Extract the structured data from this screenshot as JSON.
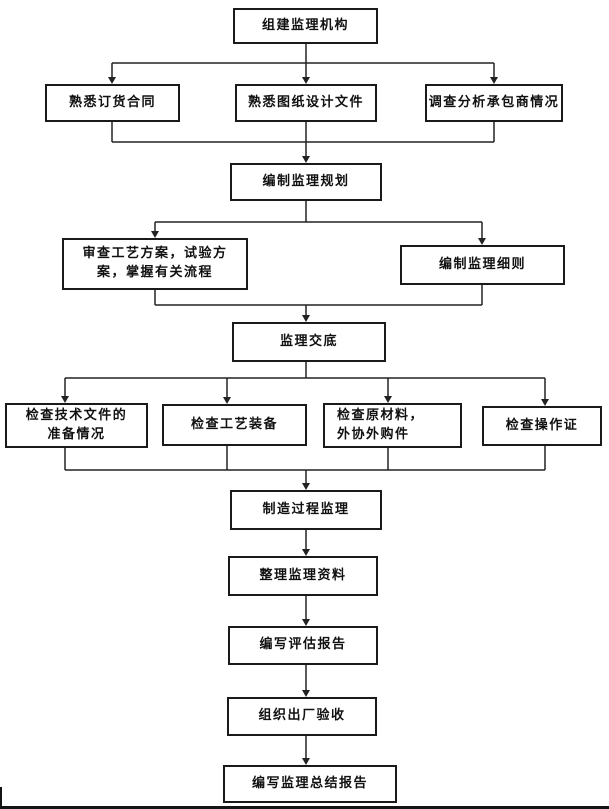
{
  "diagram": {
    "type": "flowchart",
    "direction": "top-down",
    "colors": {
      "background": "#ffffff",
      "box_border": "#1a1a1a",
      "line": "#222222",
      "text": "#111111"
    },
    "nodes": {
      "establish_org": {
        "label": "组建监理机构"
      },
      "familiarize_contract": {
        "label": "熟悉订货合同"
      },
      "familiarize_drawings": {
        "label": "熟悉图纸设计文件"
      },
      "investigate_contractor": {
        "label": "调查分析承包商情况"
      },
      "compile_plan": {
        "label": "编制监理规划"
      },
      "review_process": {
        "label": "审查工艺方案，试验方\n案，掌握有关流程"
      },
      "compile_rules": {
        "label": "编制监理细则"
      },
      "disclosure": {
        "label": "监理交底"
      },
      "check_docs": {
        "label": "检查技术文件的\n准备情况"
      },
      "check_equipment": {
        "label": "检查工艺装备"
      },
      "check_materials": {
        "label": "检查原材料，\n外协外购件"
      },
      "check_certificates": {
        "label": "检查操作证"
      },
      "process_supervision": {
        "label": "制造过程监理"
      },
      "organize_materials": {
        "label": "整理监理资料"
      },
      "evaluation_report": {
        "label": "编写评估报告"
      },
      "factory_acceptance": {
        "label": "组织出厂验收"
      },
      "summary_report": {
        "label": "编写监理总结报告"
      }
    },
    "edges": [
      {
        "from": "establish_org",
        "to": "familiarize_contract"
      },
      {
        "from": "establish_org",
        "to": "familiarize_drawings"
      },
      {
        "from": "establish_org",
        "to": "investigate_contractor"
      },
      {
        "from": "familiarize_contract",
        "to": "compile_plan"
      },
      {
        "from": "familiarize_drawings",
        "to": "compile_plan"
      },
      {
        "from": "investigate_contractor",
        "to": "compile_plan"
      },
      {
        "from": "compile_plan",
        "to": "review_process"
      },
      {
        "from": "compile_plan",
        "to": "compile_rules"
      },
      {
        "from": "review_process",
        "to": "disclosure"
      },
      {
        "from": "compile_rules",
        "to": "disclosure"
      },
      {
        "from": "disclosure",
        "to": "check_docs"
      },
      {
        "from": "disclosure",
        "to": "check_equipment"
      },
      {
        "from": "disclosure",
        "to": "check_materials"
      },
      {
        "from": "disclosure",
        "to": "check_certificates"
      },
      {
        "from": "check_docs",
        "to": "process_supervision"
      },
      {
        "from": "check_equipment",
        "to": "process_supervision"
      },
      {
        "from": "check_materials",
        "to": "process_supervision"
      },
      {
        "from": "check_certificates",
        "to": "process_supervision"
      },
      {
        "from": "process_supervision",
        "to": "organize_materials"
      },
      {
        "from": "organize_materials",
        "to": "evaluation_report"
      },
      {
        "from": "evaluation_report",
        "to": "factory_acceptance"
      },
      {
        "from": "factory_acceptance",
        "to": "summary_report"
      }
    ]
  }
}
